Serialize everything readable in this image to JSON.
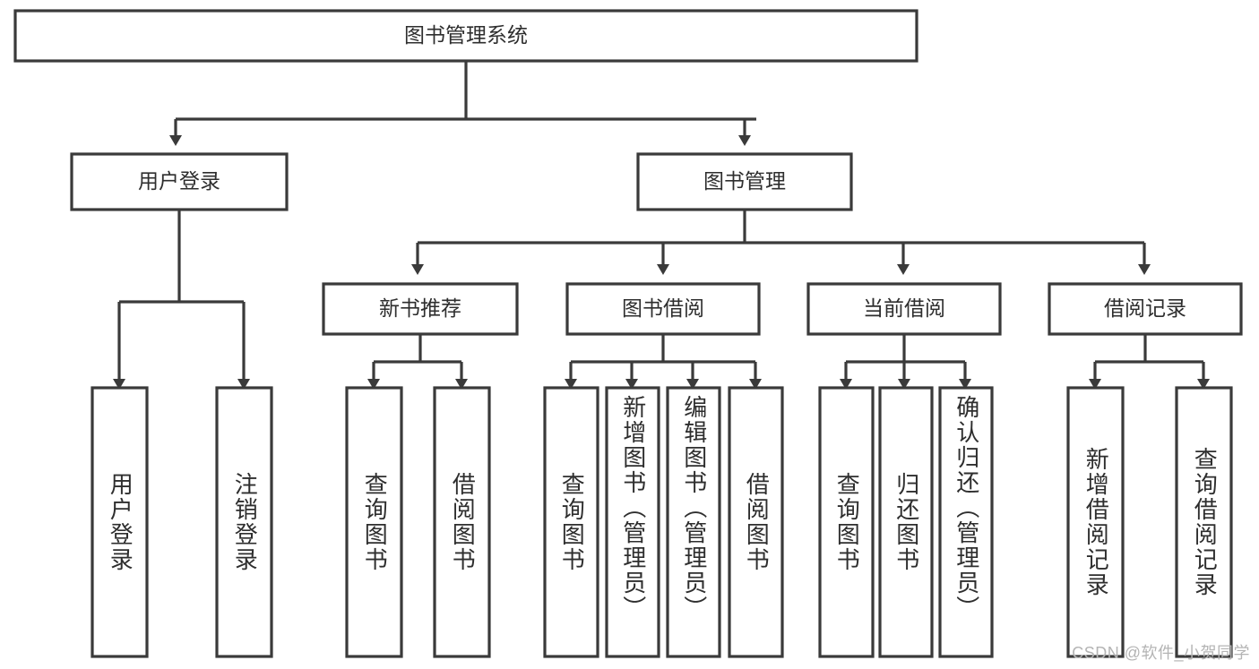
{
  "diagram": {
    "type": "tree-hierarchy-chart",
    "title": "图书管理系统",
    "watermark": "CSDN @软件_小贺同学",
    "colors": {
      "stroke": "#3a3a3a",
      "fill": "#ffffff",
      "text": "#2e2e2e",
      "watermark": "#b4b4b4"
    },
    "root": {
      "label": "图书管理系统"
    },
    "level2": [
      {
        "id": "user-login",
        "label": "用户登录"
      },
      {
        "id": "book-manage",
        "label": "图书管理"
      }
    ],
    "level3": [
      {
        "id": "new-book-recommend",
        "label": "新书推荐",
        "parent": "book-manage"
      },
      {
        "id": "book-borrow",
        "label": "图书借阅",
        "parent": "book-manage"
      },
      {
        "id": "current-borrow",
        "label": "当前借阅",
        "parent": "book-manage"
      },
      {
        "id": "borrow-record",
        "label": "借阅记录",
        "parent": "book-manage"
      }
    ],
    "leaves": [
      {
        "id": "leaf-user-login",
        "label": "用户登录",
        "parent": "user-login"
      },
      {
        "id": "leaf-logout",
        "label": "注销登录",
        "parent": "user-login"
      },
      {
        "id": "leaf-query-book-1",
        "label": "查询图书",
        "parent": "new-book-recommend"
      },
      {
        "id": "leaf-borrow-book-1",
        "label": "借阅图书",
        "parent": "new-book-recommend"
      },
      {
        "id": "leaf-query-book-2",
        "label": "查询图书",
        "parent": "book-borrow"
      },
      {
        "id": "leaf-add-book",
        "label": "新增图书（管理员）",
        "parent": "book-borrow"
      },
      {
        "id": "leaf-edit-book",
        "label": "编辑图书（管理员）",
        "parent": "book-borrow"
      },
      {
        "id": "leaf-borrow-book-2",
        "label": "借阅图书",
        "parent": "book-borrow"
      },
      {
        "id": "leaf-query-book-3",
        "label": "查询图书",
        "parent": "current-borrow"
      },
      {
        "id": "leaf-return-book",
        "label": "归还图书",
        "parent": "current-borrow"
      },
      {
        "id": "leaf-confirm-return",
        "label": "确认归还（管理员）",
        "parent": "current-borrow"
      },
      {
        "id": "leaf-add-record",
        "label": "新增借阅记录",
        "parent": "borrow-record"
      },
      {
        "id": "leaf-query-record",
        "label": "查询借阅记录",
        "parent": "borrow-record"
      }
    ]
  }
}
